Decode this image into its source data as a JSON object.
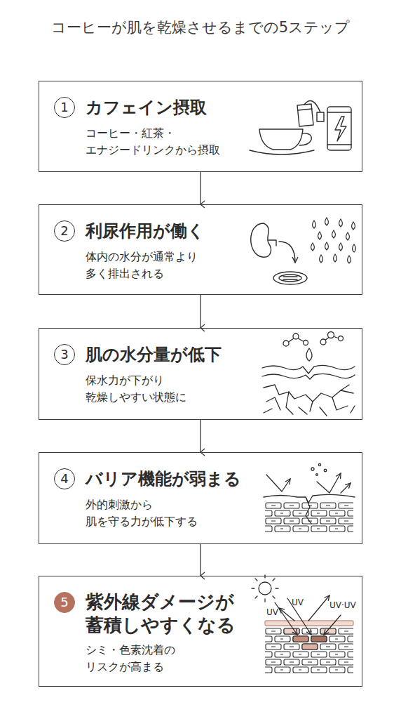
{
  "diagram": {
    "title": "コーヒーが肌を乾燥させるまでの5ステップ",
    "nodes": [
      {
        "text": [
          "1",
          "カフェイン摂取",
          "コーヒー・紅茶・ エナジードリンクから摂取"
        ]
      },
      {
        "text": [
          "2",
          "利尿作用が働く",
          "体内の水分が通常より 多く排出される"
        ]
      },
      {
        "text": [
          "3",
          "肌の水分量が低下",
          "保水力が下がり 乾燥しやすい状態に"
        ]
      },
      {
        "text": [
          "4",
          "バリア機能が弱まる",
          "外的刺激から 肌を守る力が低下する"
        ]
      },
      {
        "text": [
          "5",
          "紫外線ダメージが 蓄積しやすくなる",
          "シミ・色素沈着の リスクが高まる"
        ]
      }
    ],
    "edges": [
      {
        "from": 0,
        "to": 1,
        "arrow": "to"
      },
      {
        "from": 1,
        "to": 2,
        "arrow": "to"
      },
      {
        "from": 2,
        "to": 3,
        "arrow": "to"
      },
      {
        "from": 3,
        "to": 4,
        "arrow": "to"
      }
    ],
    "labels": [
      "UV",
      "UV",
      "UV·UV"
    ]
  }
}
